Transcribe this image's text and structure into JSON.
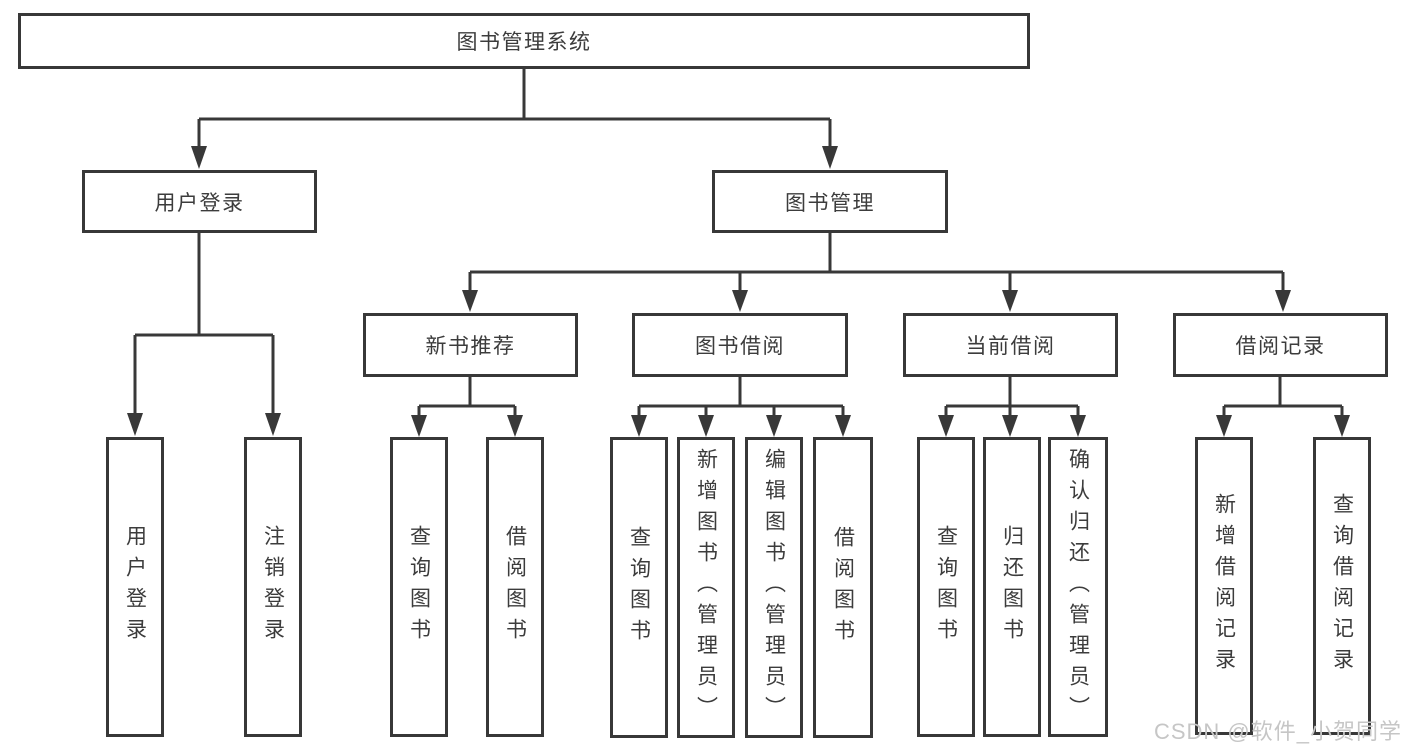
{
  "tree": {
    "root": {
      "label": "图书管理系统",
      "children": [
        {
          "label": "用户登录",
          "children": [
            {
              "label": "用户登录"
            },
            {
              "label": "注销登录"
            }
          ]
        },
        {
          "label": "图书管理",
          "children": [
            {
              "label": "新书推荐",
              "children": [
                {
                  "label": "查询图书"
                },
                {
                  "label": "借阅图书"
                }
              ]
            },
            {
              "label": "图书借阅",
              "children": [
                {
                  "label": "查询图书"
                },
                {
                  "label": "新增图书（管理员）"
                },
                {
                  "label": "编辑图书（管理员）"
                },
                {
                  "label": "借阅图书"
                }
              ]
            },
            {
              "label": "当前借阅",
              "children": [
                {
                  "label": "查询图书"
                },
                {
                  "label": "归还图书"
                },
                {
                  "label": "确认归还（管理员）"
                }
              ]
            },
            {
              "label": "借阅记录",
              "children": [
                {
                  "label": "新增借阅记录"
                },
                {
                  "label": "查询借阅记录"
                }
              ]
            }
          ]
        }
      ]
    }
  },
  "watermark": {
    "text": "CSDN @软件_小贺同学"
  },
  "colors": {
    "line": "#383838",
    "text": "#3c3c3c",
    "background": "#ffffff",
    "watermark": "#c6c6c6"
  }
}
